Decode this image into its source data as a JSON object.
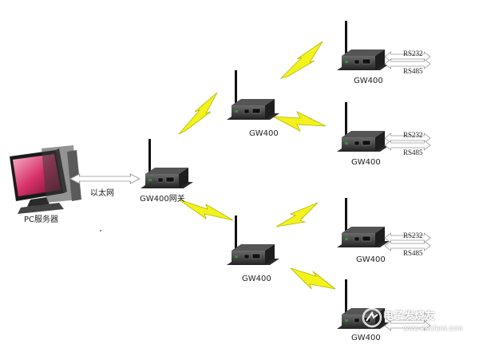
{
  "diagram": {
    "pc_label": "PC服务器",
    "ethernet_label": "以太网",
    "gateway_label": "GW400网关",
    "node_label": "GW400",
    "rs232": "RS232",
    "rs485": "RS485"
  },
  "watermark": {
    "text": "电子发烧友",
    "url": "www.elecfans.com"
  },
  "colors": {
    "lightning": "#f2f21c",
    "lightning_stroke": "#b6b600",
    "device_body": "#3a3a3a",
    "device_dark": "#1c1c1c",
    "arrow_fill": "#ffffff",
    "arrow_stroke": "#999999",
    "screen_pink": "#d8326a"
  }
}
